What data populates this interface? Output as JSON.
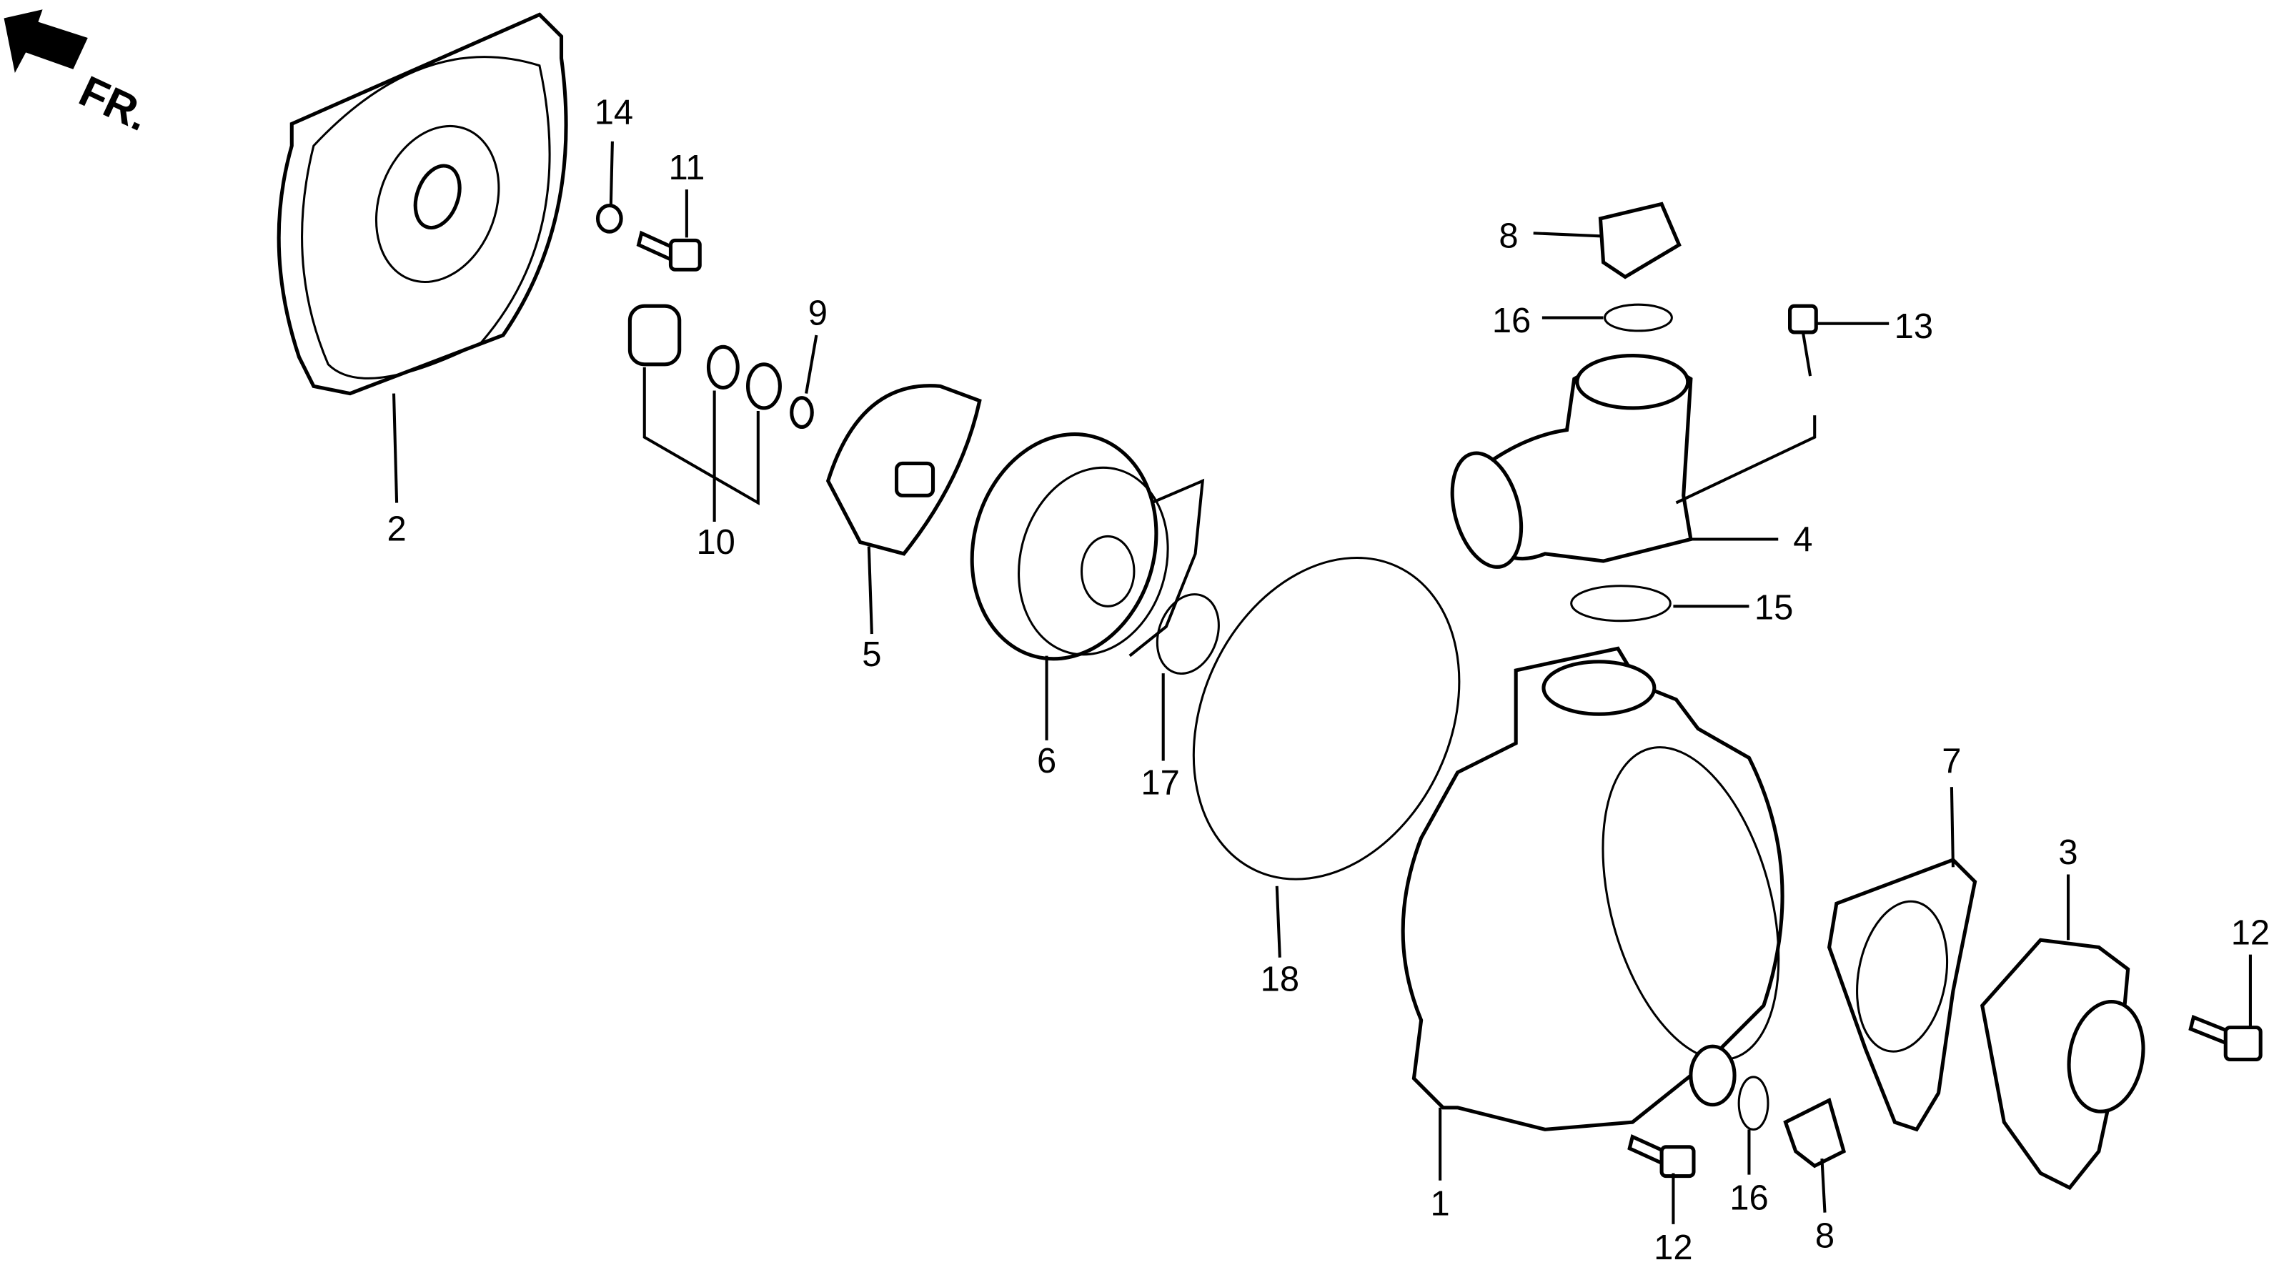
{
  "diagram": {
    "direction_label": "FR.",
    "callouts": {
      "c1": "1",
      "c2": "2",
      "c3": "3",
      "c4": "4",
      "c5": "5",
      "c6": "6",
      "c7": "7",
      "c8a": "8",
      "c8b": "8",
      "c9": "9",
      "c10": "10",
      "c11": "11",
      "c12a": "12",
      "c12b": "12",
      "c13": "13",
      "c14": "14",
      "c15": "15",
      "c16a": "16",
      "c16b": "16",
      "c17": "17",
      "c18": "18"
    },
    "colors": {
      "ink": "#000000",
      "background": "#ffffff"
    }
  }
}
